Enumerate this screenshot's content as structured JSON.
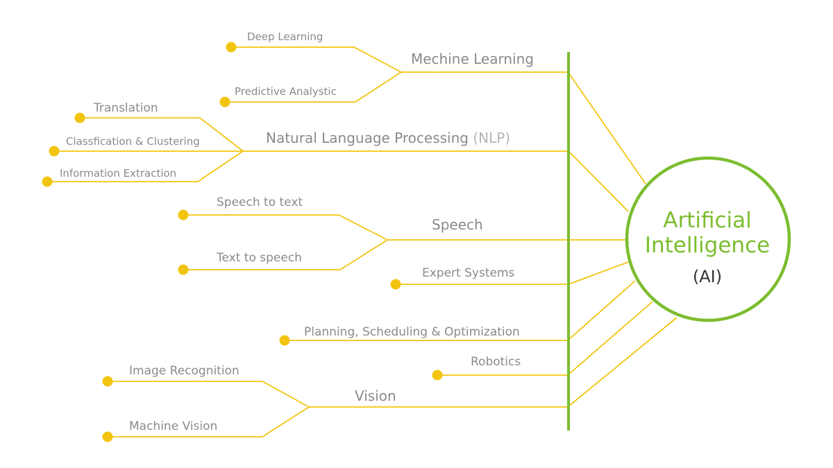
{
  "center": {
    "line1": "Artificial",
    "line2": "Intelligence",
    "abbrev": "(AI)"
  },
  "branches": [
    {
      "label": "Mechine Learning",
      "children": [
        "Deep Learning",
        "Predictive Analystic"
      ]
    },
    {
      "label": "Natural Language Processing",
      "label_suffix": "(NLP)",
      "children": [
        "Translation",
        "Classfication & Clustering",
        "Information Extraction"
      ]
    },
    {
      "label": "Speech",
      "children": [
        "Speech to text",
        "Text to speech"
      ]
    },
    {
      "label": "Expert Systems",
      "children": []
    },
    {
      "label": "Planning, Scheduling & Optimization",
      "children": []
    },
    {
      "label": "Robotics",
      "children": []
    },
    {
      "label": "Vision",
      "children": [
        "Image Recognition",
        "Machine Vision"
      ]
    }
  ],
  "colors": {
    "branch_line": "#f2c40f",
    "spine": "#7cbd2f",
    "hub_title": "#7cbd2f",
    "label": "#8a8a8a",
    "label_suffix": "#b5b5b5"
  }
}
